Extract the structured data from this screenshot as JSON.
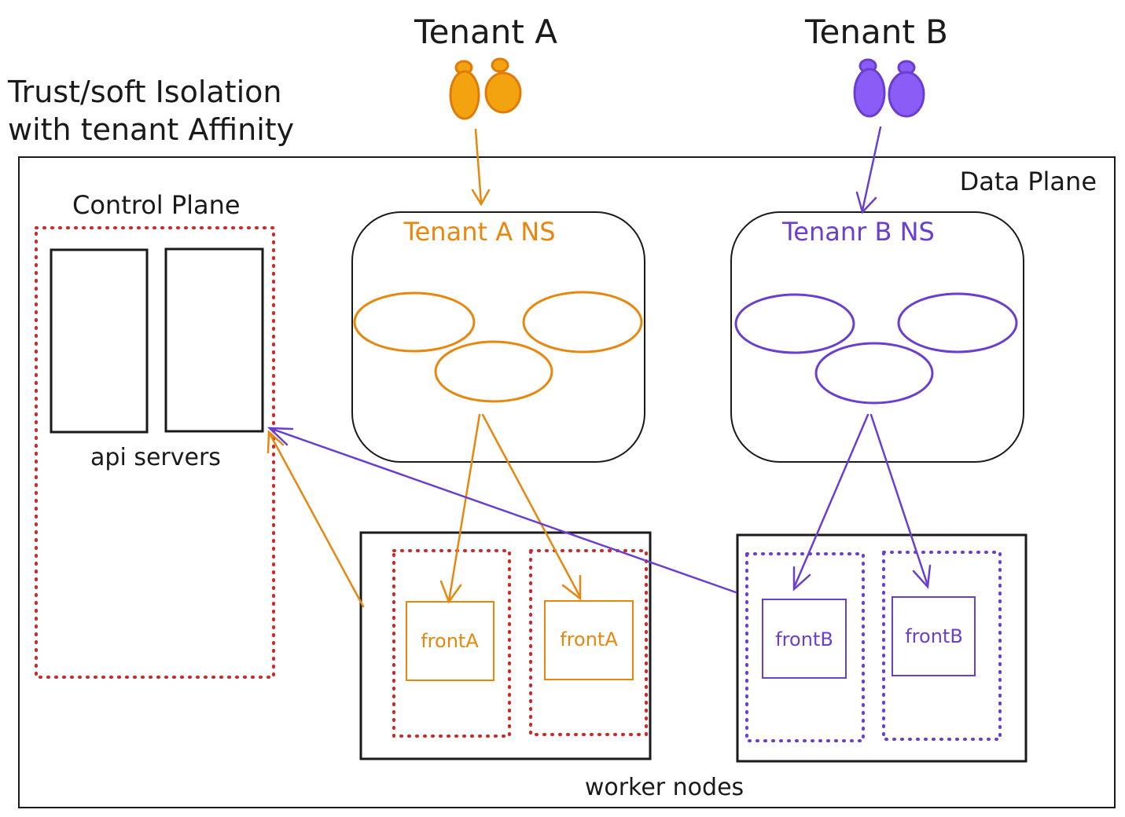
{
  "title": {
    "line1": "Trust/soft Isolation",
    "line2": "with tenant Affinity"
  },
  "tenants": [
    {
      "label": "Tenant A",
      "color": "#f2a30f",
      "stroke": "#e07b0a",
      "icon": "users-icon"
    },
    {
      "label": "Tenant B",
      "color": "#8b5cf6",
      "stroke": "#6a3fd0",
      "icon": "users-icon"
    }
  ],
  "data_plane": {
    "label": "Data Plane"
  },
  "control_plane": {
    "label": "Control Plane",
    "api_servers_label": "api servers"
  },
  "namespaces": [
    {
      "label": "Tenant A NS",
      "color": "#e8870e"
    },
    {
      "label": "Tenanr B NS",
      "color": "#6a3fd0"
    }
  ],
  "worker_nodes": {
    "label": "worker nodes",
    "node_a_pods": [
      "frontA",
      "frontA"
    ],
    "node_b_pods": [
      "frontB",
      "frontB"
    ]
  },
  "colors": {
    "orange": "#e8870e",
    "purple": "#6a3fd0",
    "red_dotted": "#cc2a2a",
    "ink": "#1a1a1a"
  }
}
